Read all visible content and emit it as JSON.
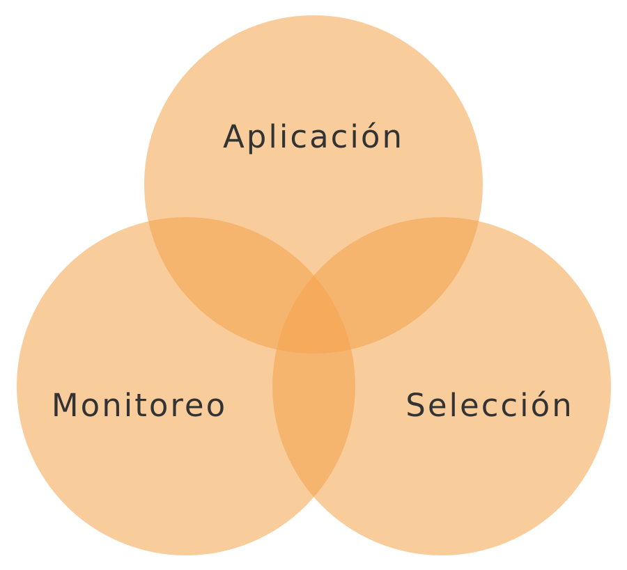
{
  "diagram": {
    "type": "venn",
    "circles": [
      {
        "id": "aplicacion",
        "label": "Aplicación"
      },
      {
        "id": "monitoreo",
        "label": "Monitoreo"
      },
      {
        "id": "seleccion",
        "label": "Selección"
      }
    ],
    "colors": {
      "circle_fill": "#f4a24a",
      "circle_opacity": "0.55",
      "label_color": "#333333",
      "background": "#ffffff"
    }
  }
}
